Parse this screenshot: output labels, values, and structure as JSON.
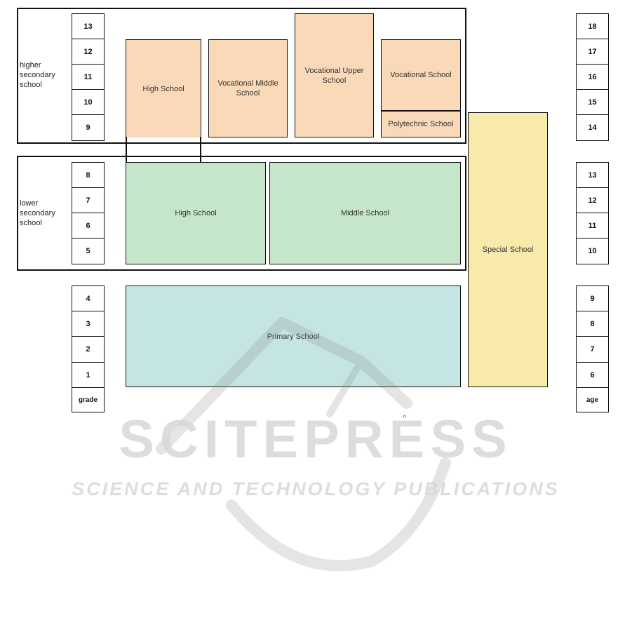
{
  "stages": {
    "higher": "higher secondary school",
    "lower": "lower secondary school"
  },
  "grade_column": {
    "top": [
      "13",
      "12",
      "11",
      "10",
      "9"
    ],
    "middle": [
      "8",
      "7",
      "6",
      "5"
    ],
    "bottom": [
      "4",
      "3",
      "2",
      "1"
    ],
    "footer": "grade"
  },
  "age_column": {
    "top": [
      "18",
      "17",
      "16",
      "15",
      "14"
    ],
    "middle": [
      "13",
      "12",
      "11",
      "10"
    ],
    "bottom": [
      "9",
      "8",
      "7",
      "6"
    ],
    "footer": "age"
  },
  "schools": {
    "high_upper": "High School",
    "voc_middle": "Vocational Middle School",
    "voc_upper": "Vocational Upper School",
    "voc_school": "Vocational School",
    "polytechnic": "Polytechnic School",
    "high_lower": "High School",
    "middle": "Middle School",
    "primary": "Primary School",
    "special": "Special School"
  },
  "colors": {
    "orange": "#fad9b8",
    "green": "#c6e6ca",
    "teal": "#c4e5e3",
    "yellow": "#f7eaaa"
  },
  "watermark": {
    "brand": "SCITEPRESS",
    "tagline": "SCIENCE AND TECHNOLOGY PUBLICATIONS"
  },
  "caret": "^"
}
